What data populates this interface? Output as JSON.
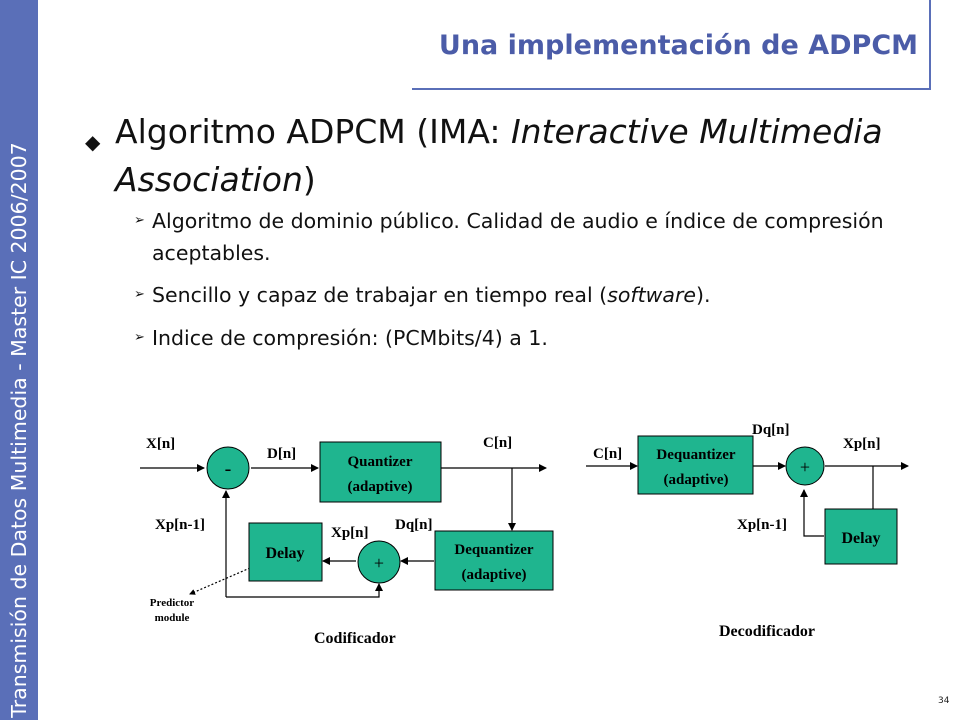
{
  "sidebar": {
    "text": "Transmisión de Datos Multimedia - Master IC 2006/2007"
  },
  "title": "Una implementación de ADPCM",
  "main_bullet": {
    "prefix": "Algoritmo ADPCM (IMA: ",
    "italic": "Interactive Multimedia Association",
    "suffix": ")"
  },
  "sub_bullets": [
    {
      "text": "Algoritmo de dominio público. Calidad de audio e índice de compresión aceptables."
    },
    {
      "prefix": "Sencillo y capaz de trabajar en tiempo real (",
      "italic": "software",
      "suffix": ")."
    },
    {
      "text": "Indice de compresión: (PCMbits/4) a 1."
    }
  ],
  "encoder": {
    "caption": "Codificador",
    "labels": {
      "x_in": "X[n]",
      "d": "D[n]",
      "c_out": "C[n]",
      "xp_prev": "Xp[n-1]",
      "xp": "Xp[n]",
      "dq": "Dq[n]",
      "predictor_1": "Predictor",
      "predictor_2": "module"
    },
    "blocks": {
      "quantizer_1": "Quantizer",
      "quantizer_2": "(adaptive)",
      "dequantizer_1": "Dequantizer",
      "dequantizer_2": "(adaptive)",
      "delay": "Delay"
    },
    "subtract_sign": "-",
    "add_sign": "+"
  },
  "decoder": {
    "caption": "Decodificador",
    "labels": {
      "c_in": "C[n]",
      "dq": "Dq[n]",
      "xp": "Xp[n]",
      "xp_prev": "Xp[n-1]"
    },
    "blocks": {
      "dequantizer_1": "Dequantizer",
      "dequantizer_2": "(adaptive)",
      "delay": "Delay"
    },
    "add_sign": "+"
  },
  "page_number": "34",
  "colors": {
    "block_fill": "#1fb58f",
    "sidebar": "#5a6fb8",
    "title": "#4b5ca8"
  }
}
